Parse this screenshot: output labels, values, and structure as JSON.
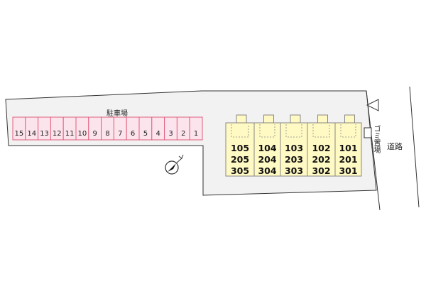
{
  "parking": {
    "label": "駐車場",
    "slots": [
      "15",
      "14",
      "13",
      "12",
      "11",
      "10",
      "9",
      "8",
      "7",
      "6",
      "5",
      "4",
      "3",
      "2",
      "1"
    ]
  },
  "building": {
    "columns": [
      [
        "105",
        "205",
        "305"
      ],
      [
        "104",
        "204",
        "304"
      ],
      [
        "103",
        "203",
        "303"
      ],
      [
        "102",
        "202",
        "302"
      ],
      [
        "101",
        "201",
        "301"
      ]
    ]
  },
  "garbage_label": "ゴミ置場",
  "road_label": "道路",
  "icons": {
    "north": "north-arrow-icon",
    "entrance": "entrance-triangle-icon"
  },
  "colors": {
    "parking_fill": "#fce4ec",
    "parking_stroke": "#e06080",
    "building_fill": "#fff9c4",
    "building_stroke": "#888888",
    "lot_fill": "#f2f2f2",
    "lot_stroke": "#333333"
  }
}
